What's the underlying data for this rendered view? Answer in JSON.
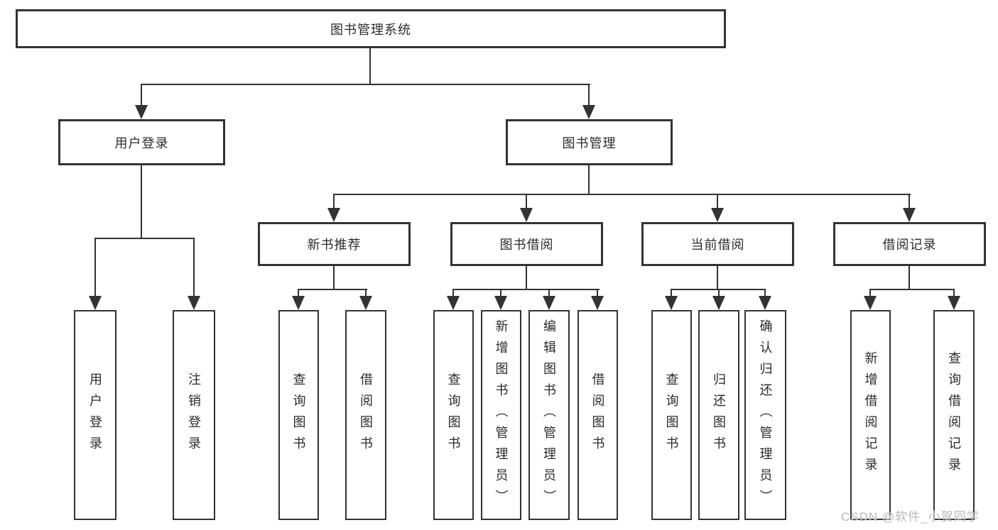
{
  "diagram": {
    "type": "hierarchy-tree",
    "colors": {
      "line": "#333333",
      "box_border": "#333333",
      "box_background": "#ffffff",
      "text": "#2b2b2b",
      "watermark": "#b9b9b9",
      "background": "#ffffff"
    }
  },
  "tree": {
    "label": "图书管理系统",
    "children": [
      {
        "label": "用户登录",
        "children": [
          {
            "label": "用户登录"
          },
          {
            "label": "注销登录"
          }
        ]
      },
      {
        "label": "图书管理",
        "children": [
          {
            "label": "新书推荐",
            "children": [
              {
                "label": "查询图书"
              },
              {
                "label": "借阅图书"
              }
            ]
          },
          {
            "label": "图书借阅",
            "children": [
              {
                "label": "查询图书"
              },
              {
                "label": "新增图书（管理员）"
              },
              {
                "label": "编辑图书（管理员）"
              },
              {
                "label": "借阅图书"
              }
            ]
          },
          {
            "label": "当前借阅",
            "children": [
              {
                "label": "查询图书"
              },
              {
                "label": "归还图书"
              },
              {
                "label": "确认归还（管理员）"
              }
            ]
          },
          {
            "label": "借阅记录",
            "children": [
              {
                "label": "新增借阅记录"
              },
              {
                "label": "查询借阅记录"
              }
            ]
          }
        ]
      }
    ]
  },
  "watermark": {
    "text": "CSDN @软件_小贺同学"
  }
}
